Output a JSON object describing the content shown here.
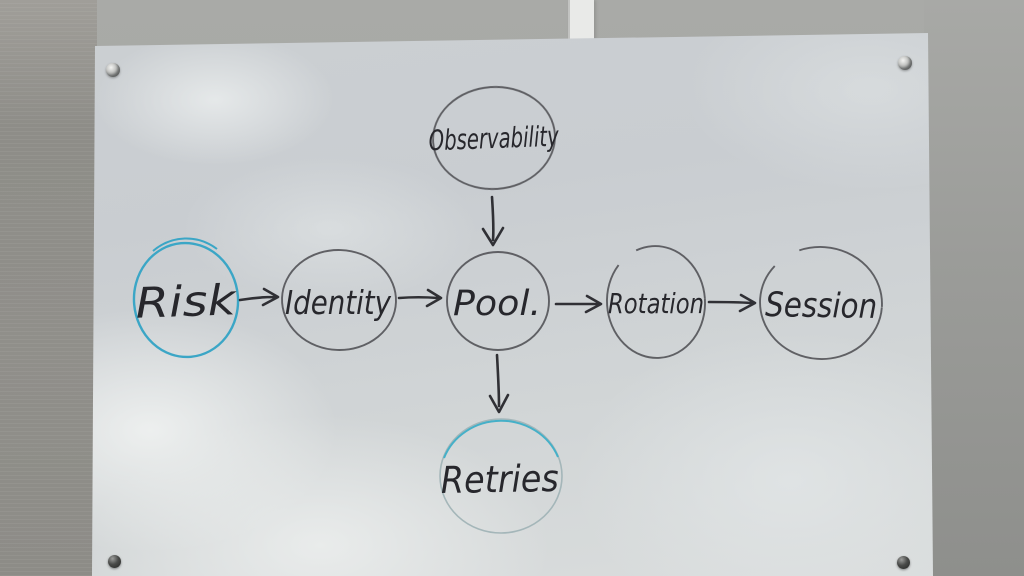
{
  "scene": {
    "kind": "whiteboard-photo"
  },
  "diagram": {
    "nodes": {
      "observability": {
        "label": "Observability"
      },
      "risk": {
        "label": "Risk"
      },
      "identity": {
        "label": "Identity"
      },
      "pool": {
        "label": "Pool."
      },
      "rotation": {
        "label": "Rotation"
      },
      "session": {
        "label": "Session"
      },
      "retries": {
        "label": "Retries"
      }
    },
    "edges": [
      {
        "from": "observability",
        "to": "pool"
      },
      {
        "from": "risk",
        "to": "identity"
      },
      {
        "from": "identity",
        "to": "pool"
      },
      {
        "from": "pool",
        "to": "rotation"
      },
      {
        "from": "rotation",
        "to": "session"
      },
      {
        "from": "pool",
        "to": "retries"
      }
    ],
    "colors": {
      "marker_ink": "#27272c",
      "circle_stroke": "#55565a",
      "risk_circle": "#3ba6c6",
      "retries_circle": "#a4b6b9",
      "retries_accent": "#45b0c8",
      "board": "#ced2d4",
      "wall": "#97968f"
    }
  }
}
